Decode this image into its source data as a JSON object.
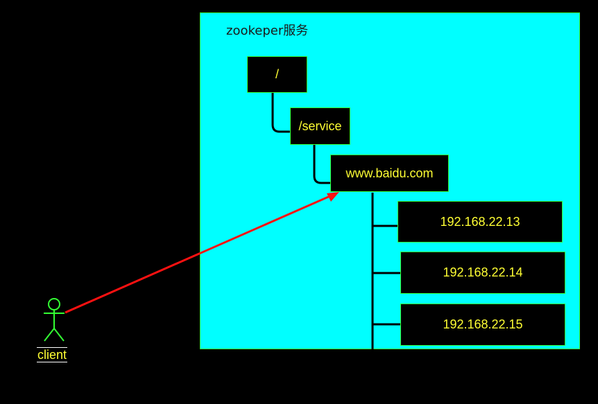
{
  "diagram": {
    "service_title": "zookeper服务",
    "nodes": {
      "root": "/",
      "service": "/service",
      "domain": "www.baidu.com",
      "ips": [
        "192.168.22.13",
        "192.168.22.14",
        "192.168.22.15"
      ]
    },
    "client_label": "client"
  },
  "colors": {
    "background": "#000000",
    "service_box": "#00ffff",
    "node_fill": "#000000",
    "node_border": "#33ff33",
    "node_text": "#ffff33",
    "arrow": "#ff1111",
    "client_figure": "#33ff33"
  }
}
